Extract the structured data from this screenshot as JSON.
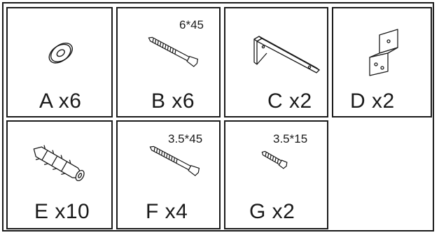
{
  "parts": [
    {
      "id": "A",
      "label": "A x6",
      "spec": "",
      "icon": "washer-icon"
    },
    {
      "id": "B",
      "label": "B x6",
      "spec": "6*45",
      "icon": "screw-icon"
    },
    {
      "id": "C",
      "label": "C x2",
      "spec": "",
      "icon": "l-bracket-icon"
    },
    {
      "id": "D",
      "label": "D x2",
      "spec": "",
      "icon": "corner-bracket-icon"
    },
    {
      "id": "E",
      "label": "E x10",
      "spec": "",
      "icon": "wall-anchor-icon"
    },
    {
      "id": "F",
      "label": "F x4",
      "spec": "3.5*45",
      "icon": "screw-icon"
    },
    {
      "id": "G",
      "label": "G x2",
      "spec": "3.5*15",
      "icon": "short-screw-icon"
    }
  ]
}
